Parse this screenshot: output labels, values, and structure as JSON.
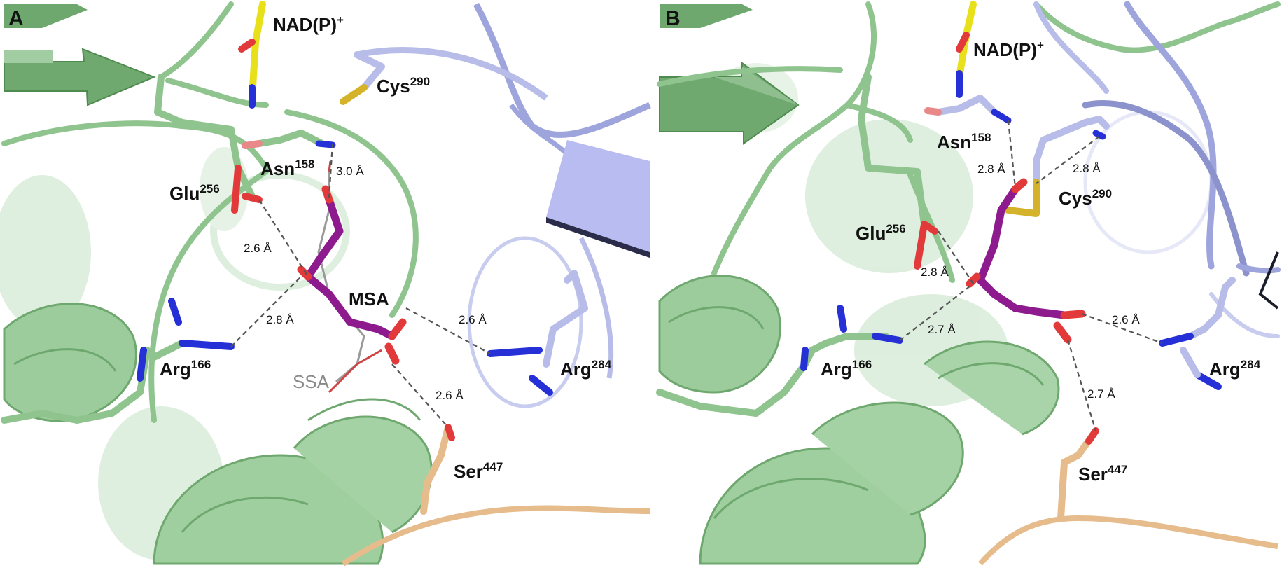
{
  "colors": {
    "background": "#ffffff",
    "green_protein": "#8fc48f",
    "green_dark": "#5e9a5e",
    "lavender_protein": "#b7bde8",
    "lavender_dark": "#8c93cc",
    "peach_protein": "#e6bc8c",
    "ligand_msa": "#8d1b8d",
    "ligand_ssa": "#9a9a9a",
    "nadp": "#e8e01a",
    "oxygen": "#e23a3a",
    "nitrogen": "#2530d6",
    "sulfur": "#d4b22a",
    "hbond": "#555555"
  },
  "panels": [
    {
      "letter": "A",
      "labels": {
        "nadp": {
          "text": "NAD(P)",
          "sup": "+"
        },
        "cys": {
          "text": "Cys",
          "sup": "290"
        },
        "asn": {
          "text": "Asn",
          "sup": "158"
        },
        "glu": {
          "text": "Glu",
          "sup": "256"
        },
        "msa": {
          "text": "MSA"
        },
        "arg166": {
          "text": "Arg",
          "sup": "166"
        },
        "arg284": {
          "text": "Arg",
          "sup": "284"
        },
        "ser": {
          "text": "Ser",
          "sup": "447"
        },
        "ssa": {
          "text": "SSA"
        }
      },
      "distances": {
        "asn": "3.0 Å",
        "glu": "2.6 Å",
        "arg166": "2.8 Å",
        "arg284": "2.6 Å",
        "ser": "2.6 Å"
      }
    },
    {
      "letter": "B",
      "labels": {
        "nadp": {
          "text": "NAD(P)",
          "sup": "+"
        },
        "asn": {
          "text": "Asn",
          "sup": "158"
        },
        "cys": {
          "text": "Cys",
          "sup": "290"
        },
        "glu": {
          "text": "Glu",
          "sup": "256"
        },
        "arg166": {
          "text": "Arg",
          "sup": "166"
        },
        "arg284": {
          "text": "Arg",
          "sup": "284"
        },
        "ser": {
          "text": "Ser",
          "sup": "447"
        }
      },
      "distances": {
        "asn": "2.8 Å",
        "cys": "2.8 Å",
        "glu": "2.8 Å",
        "arg166": "2.7 Å",
        "arg284": "2.6 Å",
        "ser": "2.7 Å"
      }
    }
  ]
}
